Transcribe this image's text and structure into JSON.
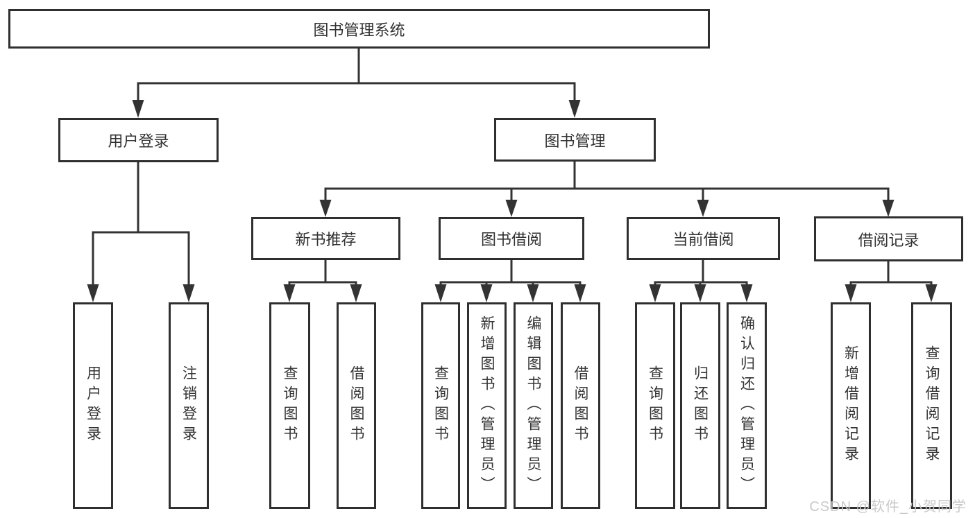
{
  "diagram": {
    "tree": {
      "root": "图书管理系统",
      "branches": [
        {
          "label": "用户登录",
          "children": [
            {
              "label": "用户登录"
            },
            {
              "label": "注销登录"
            }
          ]
        },
        {
          "label": "图书管理",
          "children": [
            {
              "label": "新书推荐",
              "children": [
                {
                  "label": "查询图书"
                },
                {
                  "label": "借阅图书"
                }
              ]
            },
            {
              "label": "图书借阅",
              "children": [
                {
                  "label": "查询图书"
                },
                {
                  "label": "新增图书（管理员）"
                },
                {
                  "label": "编辑图书（管理员）"
                },
                {
                  "label": "借阅图书"
                }
              ]
            },
            {
              "label": "当前借阅",
              "children": [
                {
                  "label": "查询图书"
                },
                {
                  "label": "归还图书"
                },
                {
                  "label": "确认归还（管理员）"
                }
              ]
            },
            {
              "label": "借阅记录",
              "children": [
                {
                  "label": "新增借阅记录"
                },
                {
                  "label": "查询借阅记录"
                }
              ]
            }
          ]
        }
      ]
    }
  },
  "watermark": "CSDN @软件_小贺同学",
  "colors": {
    "line": "#333333",
    "text": "#333333",
    "box_border": "#2f2f2f",
    "background": "#ffffff",
    "watermark": "#c9c9c9"
  }
}
